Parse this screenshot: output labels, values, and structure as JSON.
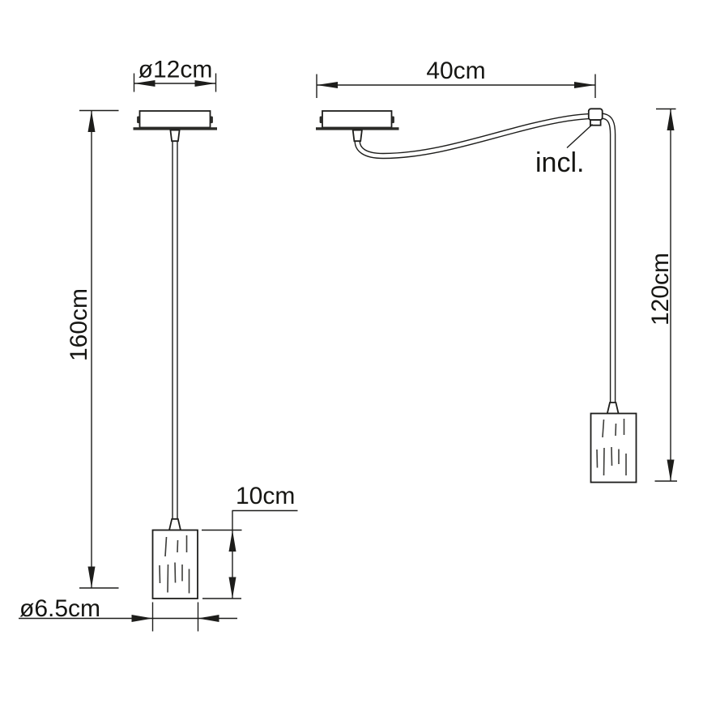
{
  "colors": {
    "line": "#1d1d1b",
    "text": "#161613",
    "background": "#ffffff"
  },
  "dimensions": {
    "canopy_diameter": "ø12cm",
    "height_left": "160cm",
    "span": "40cm",
    "height_right": "120cm",
    "shade_height": "10cm",
    "shade_diameter": "ø6.5cm",
    "included": "incl."
  }
}
